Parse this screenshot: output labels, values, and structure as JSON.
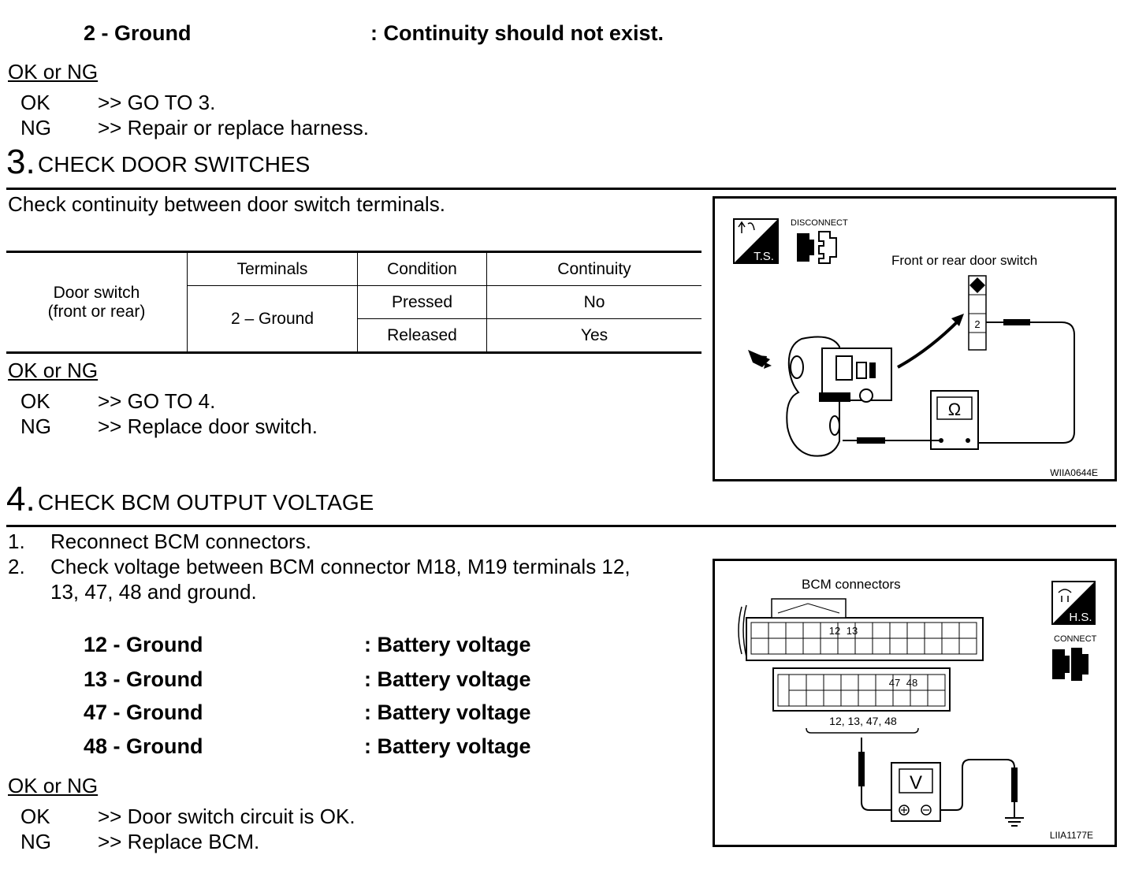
{
  "step2_tail": {
    "terminal": "2 - Ground",
    "result": ": Continuity should not exist.",
    "ok_ng_label": "OK or NG",
    "ok_label": "OK",
    "ok_action": ">> GO TO 3.",
    "ng_label": "NG",
    "ng_action": ">> Repair or replace harness."
  },
  "step3": {
    "number": "3.",
    "title": "CHECK DOOR SWITCHES",
    "instruction": "Check continuity between door switch terminals.",
    "table": {
      "headers": [
        "Terminals",
        "Condition",
        "Continuity"
      ],
      "row_label_line1": "Door switch",
      "row_label_line2": "(front or rear)",
      "terminals": "2 – Ground",
      "rows": [
        {
          "condition": "Pressed",
          "continuity": "No"
        },
        {
          "condition": "Released",
          "continuity": "Yes"
        }
      ]
    },
    "ok_ng_label": "OK or NG",
    "ok_label": "OK",
    "ok_action": ">> GO TO 4.",
    "ng_label": "NG",
    "ng_action": ">> Replace door switch.",
    "figure": {
      "ts_label": "T.S.",
      "disconnect_label": "DISCONNECT",
      "caption": "Front or rear door switch",
      "terminal": "2",
      "meter_symbol": "Ω",
      "code": "WIIA0644E"
    }
  },
  "step4": {
    "number": "4.",
    "title": "CHECK BCM OUTPUT VOLTAGE",
    "items": [
      {
        "num": "1.",
        "line1": "Reconnect BCM connectors.",
        "line2": ""
      },
      {
        "num": "2.",
        "line1": "Check voltage between BCM connector M18, M19 terminals 12,",
        "line2": "13, 47, 48 and ground."
      }
    ],
    "measurements": [
      {
        "terminal": "12 - Ground",
        "value": ": Battery voltage"
      },
      {
        "terminal": "13 - Ground",
        "value": ": Battery voltage"
      },
      {
        "terminal": "47 - Ground",
        "value": ": Battery voltage"
      },
      {
        "terminal": "48 - Ground",
        "value": ": Battery voltage"
      }
    ],
    "ok_ng_label": "OK or NG",
    "ok_label": "OK",
    "ok_action": ">> Door switch circuit is OK.",
    "ng_label": "NG",
    "ng_action": ">> Replace BCM.",
    "figure": {
      "title": "BCM connectors",
      "hs_label": "H.S.",
      "connect_label": "CONNECT",
      "pins_top": [
        "12",
        "13"
      ],
      "pins_bottom": [
        "47",
        "48"
      ],
      "bracket_label": "12, 13, 47, 48",
      "meter_symbol": "V",
      "code": "LIIA1177E"
    }
  }
}
